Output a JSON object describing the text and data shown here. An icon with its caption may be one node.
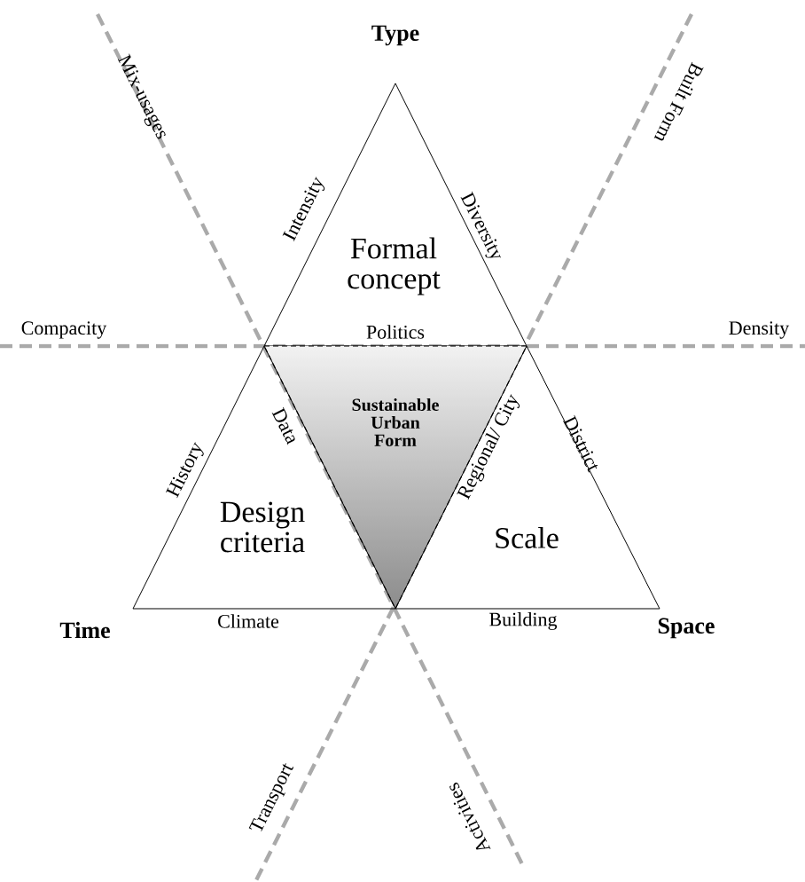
{
  "diagram": {
    "nodes": [
      {
        "text": [
          "Formal concept"
        ]
      },
      {
        "text": [
          "Sustainable Urban Form"
        ]
      },
      {
        "text": [
          "Design criteria"
        ]
      },
      {
        "text": [
          "Scale"
        ]
      }
    ],
    "labels": [
      "Type",
      "Mix-usages",
      "Built Form",
      "Intensity",
      "Diversity",
      "Compacity",
      "Politics",
      "Density",
      "History",
      "Data",
      "Regional/ City",
      "District",
      "Time",
      "Climate",
      "Building",
      "Space",
      "Transport",
      "Activities"
    ]
  }
}
